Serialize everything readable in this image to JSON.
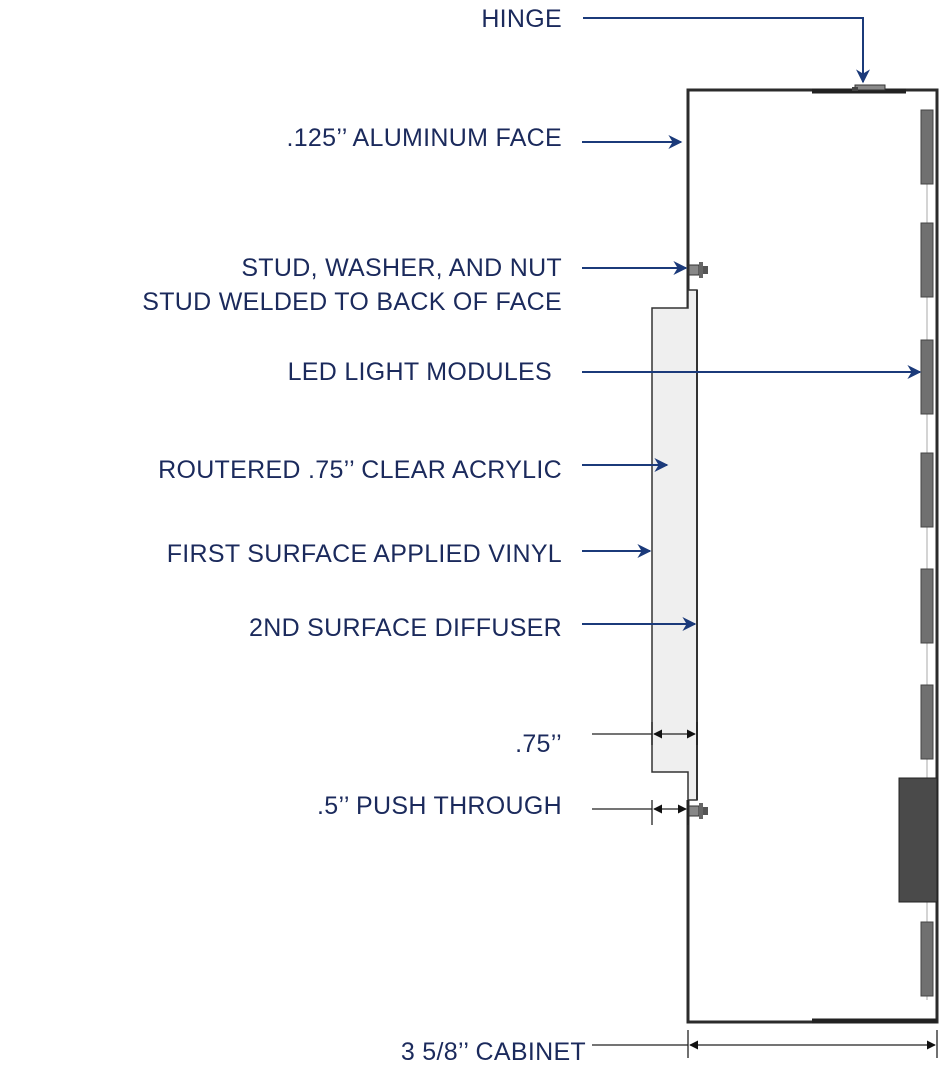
{
  "labels": {
    "hinge": "HINGE",
    "aluminum_face": ".125’’ ALUMINUM FACE",
    "stud_line1": "STUD, WASHER, AND NUT",
    "stud_line2": "STUD WELDED TO BACK OF FACE",
    "led_modules": "LED LIGHT MODULES",
    "acrylic": "ROUTERED .75’’ CLEAR ACRYLIC",
    "vinyl": "FIRST SURFACE APPLIED VINYL",
    "diffuser": "2ND SURFACE DIFFUSER",
    "dim_075": ".75’’",
    "push_through": ".5’’ PUSH THROUGH",
    "cabinet_depth": "3 5/8’’ CABINET"
  },
  "colors": {
    "label_text": "#1b2a5c",
    "leader_line": "#1b3a7a",
    "cabinet_outline": "#2b2b2b",
    "acrylic_fill": "#efefef",
    "led_module": "#707070",
    "power_supply": "#4a4a4a"
  }
}
